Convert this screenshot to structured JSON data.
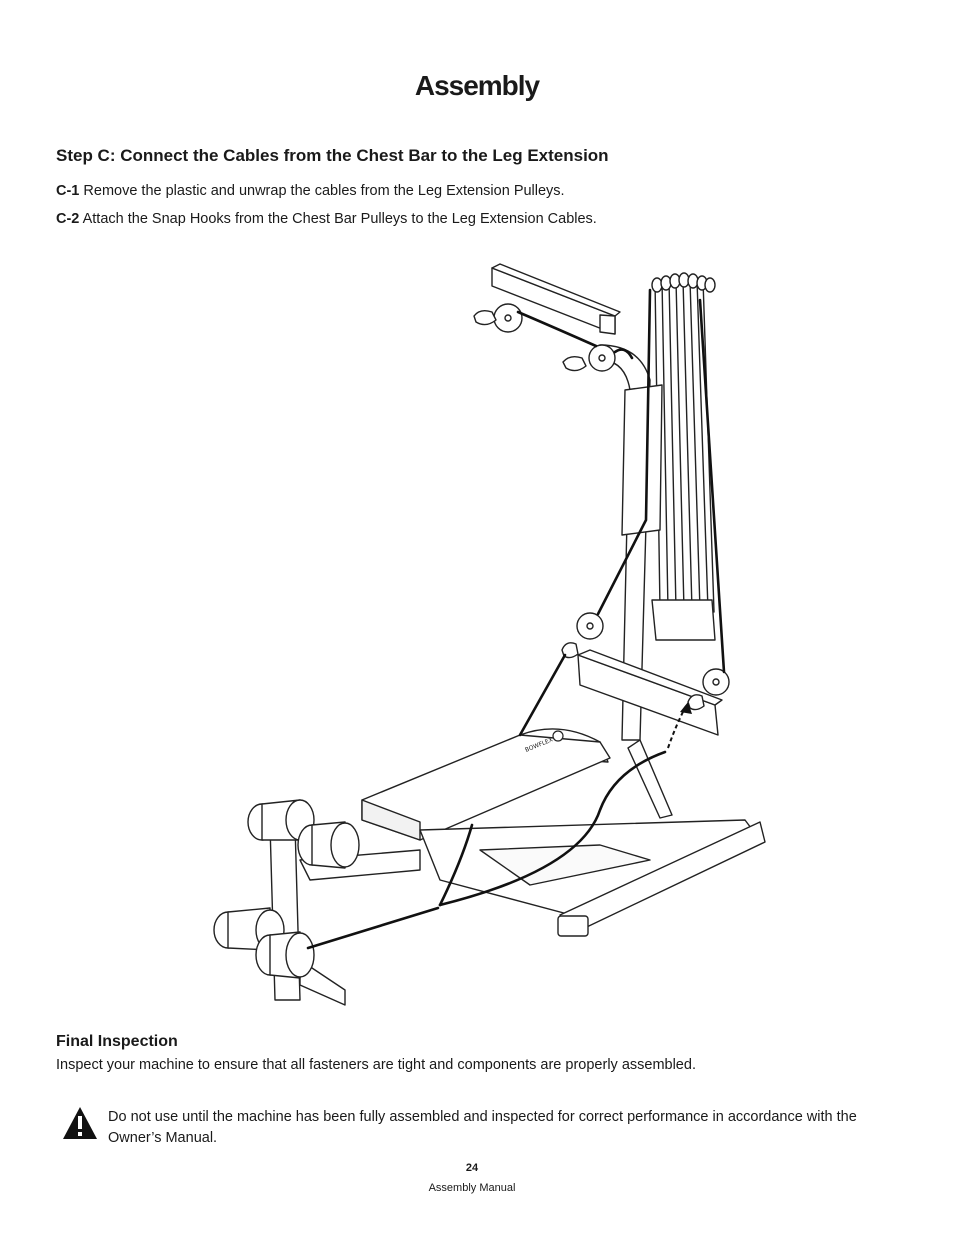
{
  "page": {
    "title": "Assembly",
    "step_heading": "Step C: Connect the Cables from the Chest Bar to the Leg Extension",
    "steps": [
      {
        "label": "C-1",
        "text": " Remove the plastic and unwrap the cables from the Leg Extension Pulleys."
      },
      {
        "label": "C-2",
        "text": " Attach the Snap Hooks from the Chest Bar Pulleys to the Leg Extension Cables."
      }
    ],
    "figure": {
      "icon": "home-gym-assembly-illustration",
      "brand_text": "BOWFLEX"
    },
    "final_inspection": {
      "heading": "Final Inspection",
      "text": "Inspect your machine to ensure that all fasteners are tight and components are properly assembled."
    },
    "warning": {
      "icon": "warning-triangle-icon",
      "text": "Do not use until the machine has been fully assembled and inspected for correct performance in accordance with the Owner’s Manual."
    },
    "footer": {
      "page_number": "24",
      "text": "Assembly Manual"
    }
  }
}
